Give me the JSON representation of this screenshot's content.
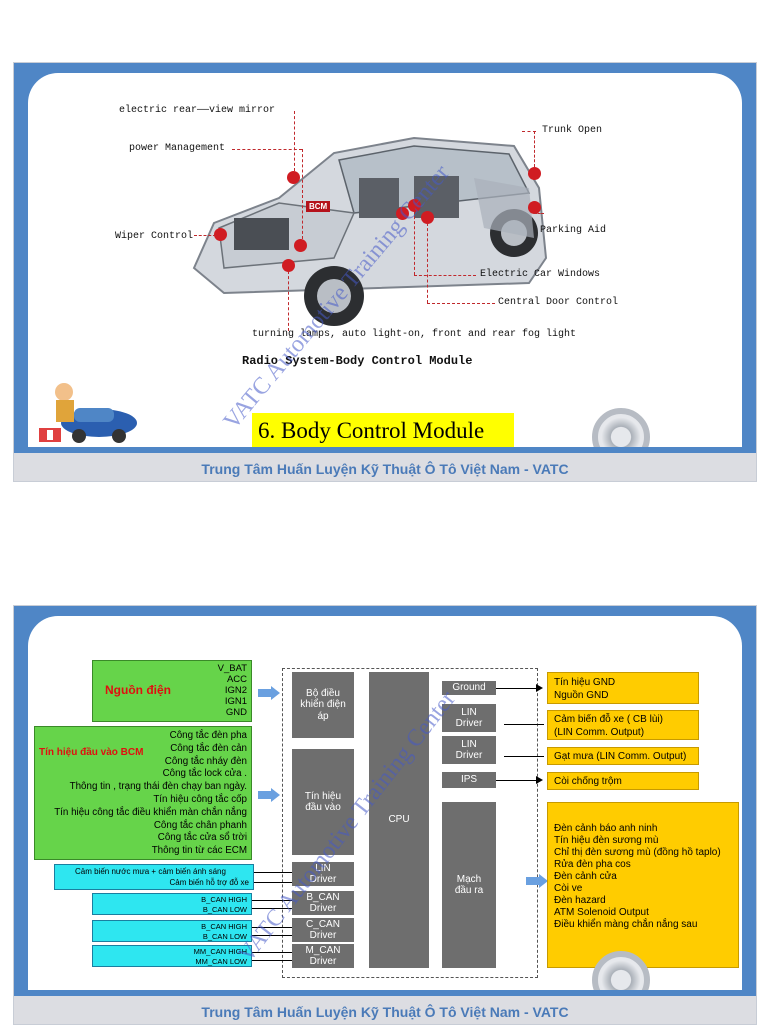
{
  "slide1": {
    "callouts": {
      "mirror": "electric rear——view mirror",
      "power": "power Management",
      "wiper": "Wiper Control",
      "trunk": "Trunk Open",
      "parking": "Parking Aid",
      "windows": "Electric Car Windows",
      "door": "Central Door Control",
      "lamps": "turning lamps, auto light-on, front and rear fog light"
    },
    "bcm_tag": "BCM",
    "caption": "Radio System-Body Control Module",
    "title": "6. Body Control Module",
    "watermark": "VATC Automotive Training Center",
    "footer": "Trung  Tâm Huấn Luyện Kỹ Thuật Ô Tô Việt Nam - VATC"
  },
  "slide2": {
    "power_box": {
      "title": "Nguồn điện",
      "signals": [
        "V_BAT",
        "ACC",
        "IGN2",
        "IGN1",
        "GND"
      ]
    },
    "input_box": {
      "title": "Tín hiệu đầu vào BCM",
      "items": [
        "Công tắc đèn pha",
        "Công tắc đèn cản",
        "Công tắc nháy đèn",
        "Công tắc lock cửa .",
        "Thông tin , trạng thái đèn chạy ban ngày.",
        "Tín hiệu công tắc cốp",
        "Tín hiệu công tắc điều khiển màn chắn nắng",
        "Công tắc chân phanh",
        "Công tắc cửa sổ trời",
        "Thông tin từ các ECM"
      ]
    },
    "sensor_box": [
      "Cảm biến nước mưa + cảm biến ánh sáng",
      "Cảm biến hỗ trợ đỗ xe"
    ],
    "can_boxes": [
      [
        "B_CAN HIGH",
        "B_CAN LOW"
      ],
      [
        "B_CAN HIGH",
        "B_CAN LOW"
      ],
      [
        "MM_CAN HIGH",
        "MM_CAN LOW"
      ]
    ],
    "blocks": {
      "regulator": "Bộ điều khiển điện áp",
      "input_signal": "Tín hiệu đầu vào",
      "lin_left": "LIN Driver",
      "bcan1": "B_CAN Driver",
      "ccan": "C_CAN Driver",
      "mcan": "M_CAN Driver",
      "cpu": "CPU",
      "ground": "Ground",
      "lin1": "LIN Driver",
      "lin2": "LIN Driver",
      "ips": "IPS",
      "output_circuit": "Mạch đầu ra"
    },
    "outputs": {
      "gnd": [
        "Tín hiệu GND",
        "Nguồn GND"
      ],
      "reverse": [
        "Cảm biến đỗ xe ( CB lùi)",
        "(LIN Comm. Output)"
      ],
      "wiper": "Gạt mưa  (LIN Comm. Output)",
      "alarm": "Còi chống trộm",
      "list": [
        "Đèn cảnh báo anh ninh",
        "Tín hiệu đèn sương mù",
        "Chỉ thị đèn sương mù (đồng hồ taplo)",
        "Rửa đèn pha cos",
        "Đèn cảnh cửa",
        "Còi ve",
        "Đèn hazard",
        "ATM Solenoid Output",
        "Điều khiển màng chắn nắng sau"
      ]
    },
    "watermark": "VATC Automotive Training Center",
    "footer": "Trung  Tâm Huấn Luyện Kỹ Thuật Ô Tô Việt Nam - VATC"
  },
  "colors": {
    "frame": "#4f86c6",
    "title_bg": "#ffff00",
    "green": "#66d44a",
    "gold": "#ffcc00",
    "cyan": "#2ee6f0",
    "block": "#6e6e6e",
    "callout_red": "#c0282c"
  }
}
